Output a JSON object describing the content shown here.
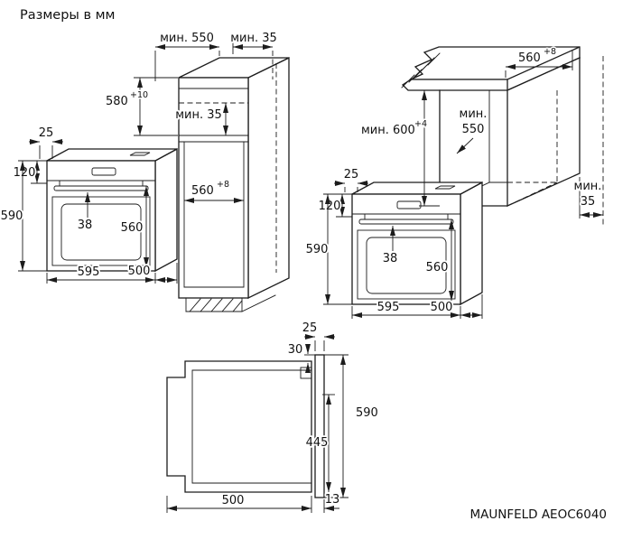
{
  "title": "Размеры в мм",
  "footer": "MAUNFELD AEOC6040",
  "ink_color": "#1c1c1c",
  "tall_cabinet": {
    "depth_min": "мин. 550",
    "rear_gap_min": "мин. 35",
    "niche_height": "580",
    "niche_height_tol": "+10",
    "vent_gap_min": "мин. 35",
    "niche_width": "560",
    "niche_width_tol": "+8"
  },
  "oven": {
    "front_offset": "25",
    "panel_height": "120",
    "height": "590",
    "handle_depth": "38",
    "body_height": "560",
    "width": "595",
    "body_depth": "500"
  },
  "base_cabinet": {
    "niche_width": "560",
    "niche_width_tol": "+8",
    "niche_height_min": "мин. 600",
    "niche_height_tol": "+4",
    "depth_min_line1": "мин.",
    "depth_min_line2": "550",
    "rear_gap_line1": "мин.",
    "rear_gap_line2": "35"
  },
  "side_view": {
    "door_offset": "25",
    "top_offset": "30",
    "height": "590",
    "mount_height": "445",
    "body_depth": "500",
    "bottom_gap": "13"
  }
}
